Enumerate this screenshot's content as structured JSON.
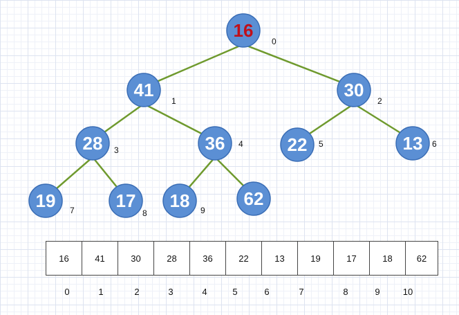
{
  "tree": {
    "nodes": [
      {
        "value": "16",
        "index": "0"
      },
      {
        "value": "41",
        "index": "1"
      },
      {
        "value": "30",
        "index": "2"
      },
      {
        "value": "28",
        "index": "3"
      },
      {
        "value": "36",
        "index": "4"
      },
      {
        "value": "22",
        "index": "5"
      },
      {
        "value": "13",
        "index": "6"
      },
      {
        "value": "19",
        "index": "7"
      },
      {
        "value": "17",
        "index": "8"
      },
      {
        "value": "18",
        "index": "9"
      },
      {
        "value": "62",
        "index": ""
      }
    ],
    "edges": [
      [
        0,
        1
      ],
      [
        0,
        2
      ],
      [
        1,
        3
      ],
      [
        1,
        4
      ],
      [
        2,
        5
      ],
      [
        2,
        6
      ],
      [
        3,
        7
      ],
      [
        3,
        8
      ],
      [
        4,
        9
      ],
      [
        4,
        10
      ]
    ],
    "colors": {
      "node_fill": "#5b8fd4",
      "edge": "#6f9a2e",
      "root_text": "#c0101a",
      "node_text": "#ffffff"
    }
  },
  "array": {
    "values": [
      "16",
      "41",
      "30",
      "28",
      "36",
      "22",
      "13",
      "19",
      "17",
      "18",
      "62"
    ],
    "indices": [
      "0",
      "1",
      "2",
      "3",
      "4",
      "5",
      "6",
      "7",
      "8",
      "9",
      "10"
    ]
  }
}
